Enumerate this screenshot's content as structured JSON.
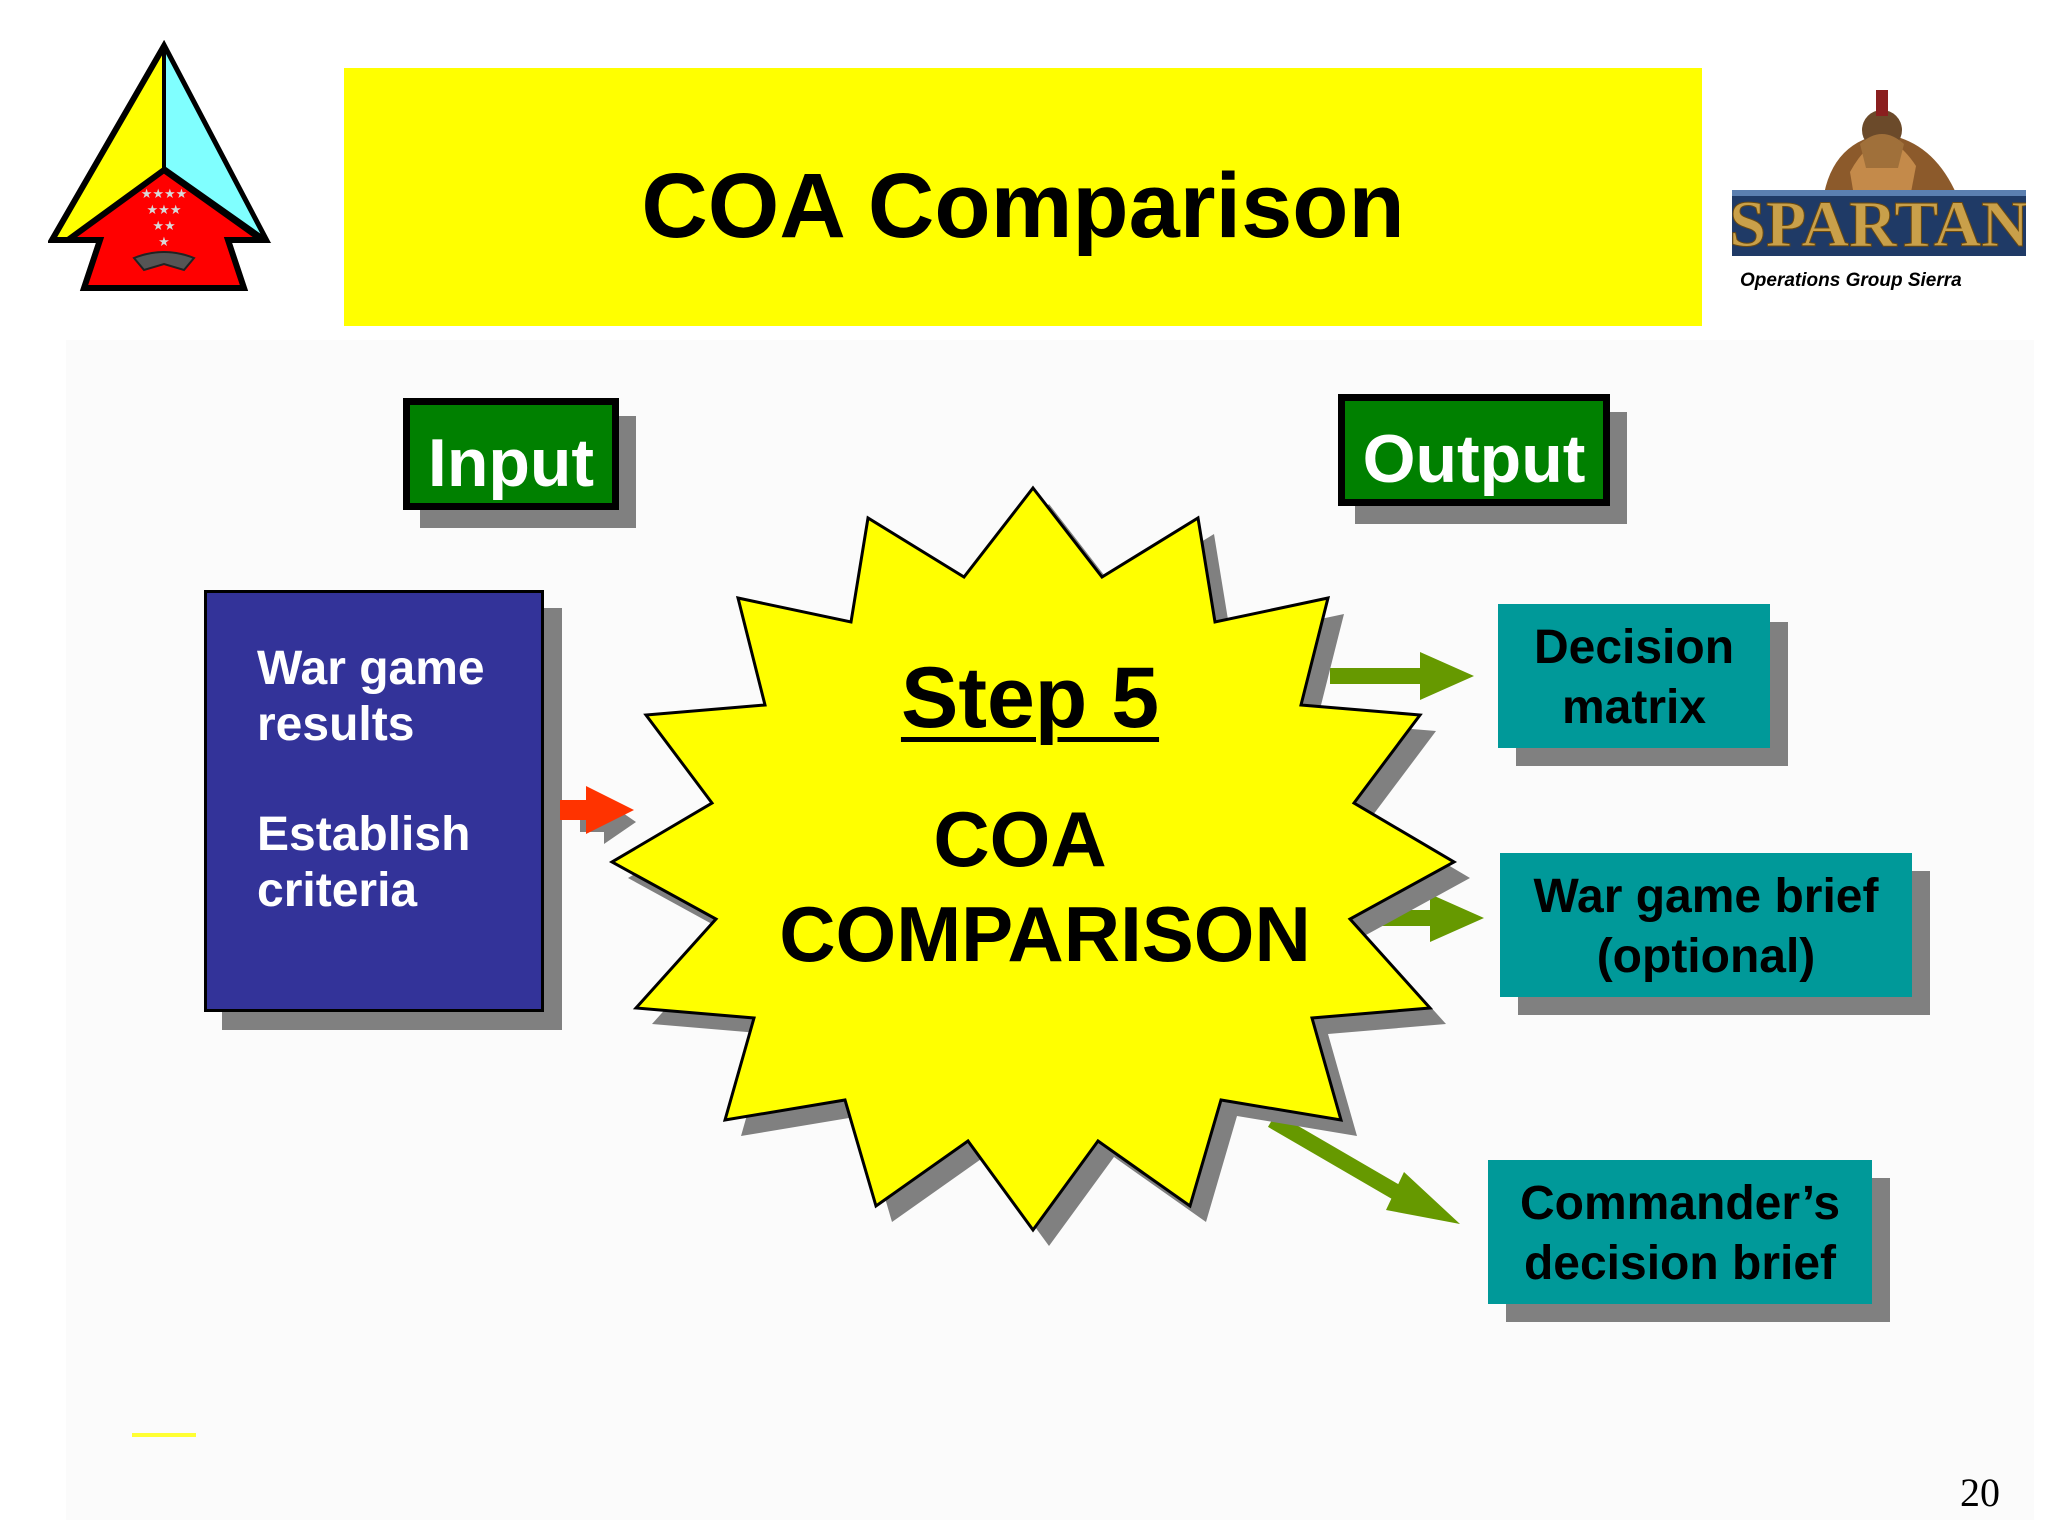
{
  "slide": {
    "title": "COA Comparison",
    "page_number": "20"
  },
  "labels": {
    "input": "Input",
    "output": "Output"
  },
  "input_box": {
    "line1": "War game",
    "line2": "results",
    "line3": "Establish",
    "line4": "criteria"
  },
  "center_star": {
    "step": "Step 5",
    "line1": "COA",
    "line2": "COMPARISON"
  },
  "outputs": {
    "decision_matrix": {
      "line1": "Decision",
      "line2": "matrix"
    },
    "war_game_brief": {
      "line1": "War game brief",
      "line2": "(optional)"
    },
    "commanders_brief": {
      "line1": "Commander’s",
      "line2": "decision brief"
    }
  },
  "logos": {
    "spartan_wordmark": "SPARTAN",
    "spartan_caption": "Operations Group Sierra",
    "unit_emblem_icon": "triangle-emblem-icon"
  },
  "colors": {
    "title_banner": "#ffff00",
    "label_green": "#008000",
    "input_box": "#333399",
    "output_box": "#009999",
    "star_fill": "#ffff00",
    "input_arrow": "#ff3300",
    "output_arrow": "#669900"
  }
}
